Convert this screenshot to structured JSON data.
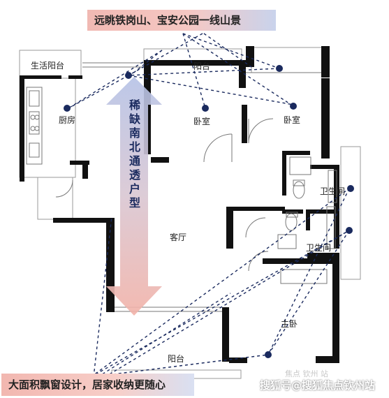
{
  "banners": {
    "top": "远眺铁岗山、宝安公园一线山景",
    "bottom": "大面积飘窗设计，居家收纳更随心"
  },
  "rooms": {
    "living_balcony": "生活阳台",
    "balcony_top": "阳台",
    "kitchen": "厨房",
    "bedroom_left": "卧室",
    "bedroom_right": "卧室",
    "bathroom_1": "卫生间",
    "bathroom_2": "卫生间",
    "living_room": "客厅",
    "master_bedroom": "主卧",
    "balcony_bottom": "阳台"
  },
  "feature_text": [
    "稀",
    "缺",
    "南",
    "北",
    "通",
    "透",
    "户",
    "型"
  ],
  "watermark": "搜狐号@搜狐焦点钦州站",
  "watermark_faint": "焦点 钦州 站",
  "colors": {
    "wall": "#111111",
    "dot": "#1a2a5e",
    "dash": "#1a2a5e",
    "arrow_start": "#f3b3aa",
    "arrow_end": "#a9b7df"
  }
}
